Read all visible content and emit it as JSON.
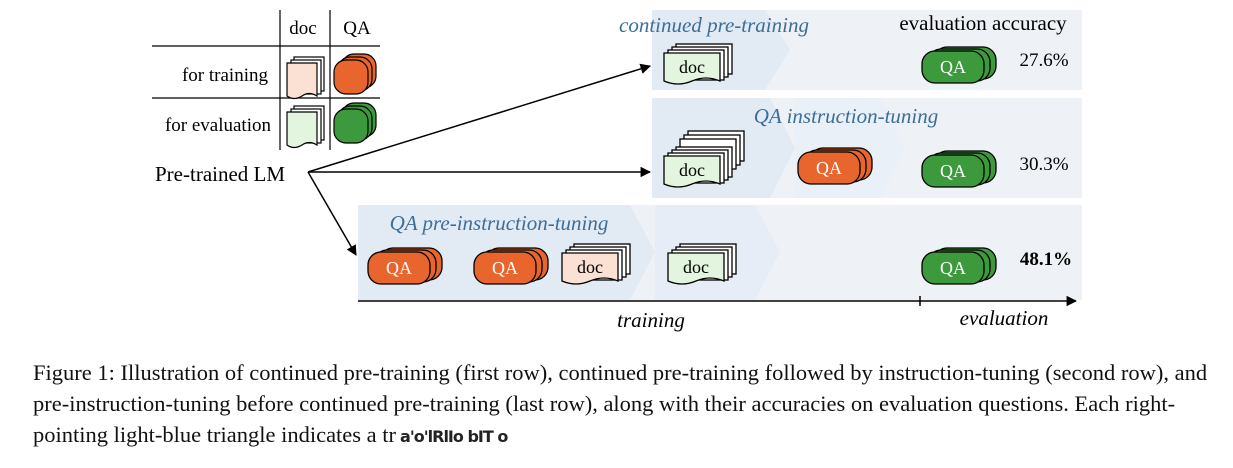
{
  "legend": {
    "col_doc": "doc",
    "col_qa": "QA",
    "row_training": "for training",
    "row_evaluation": "for evaluation"
  },
  "pretrained_lm": "Pre-trained LM",
  "stages": {
    "continued_pretraining": "continued pre-training",
    "qa_instruction_tuning": "QA instruction-tuning",
    "qa_pre_instruction_tuning": "QA pre-instruction-tuning",
    "evaluation_accuracy": "evaluation accuracy"
  },
  "chips": {
    "doc": "doc",
    "qa": "QA"
  },
  "accuracies": {
    "row1": "27.6%",
    "row2": "30.3%",
    "row3": "48.1%"
  },
  "axis": {
    "training": "training",
    "evaluation": "evaluation"
  },
  "caption": {
    "text": "Figure 1: Illustration of continued pre-training (first row), continued pre-training followed by instruction-tuning (second row), and pre-instruction-tuning before continued pre-training (last row), along with their accuracies on evaluation questions. Each right-pointing light-blue triangle indicates a tr",
    "watermark": "a'o'lRlIo bIT o"
  },
  "colors": {
    "qa_train": "#e8652e",
    "qa_eval": "#3c9a3c",
    "doc_train_fill": "#fbe0d4",
    "doc_eval_fill": "#e3f5df",
    "band": "#eef1f6",
    "stage_label": "#3b6e98"
  }
}
